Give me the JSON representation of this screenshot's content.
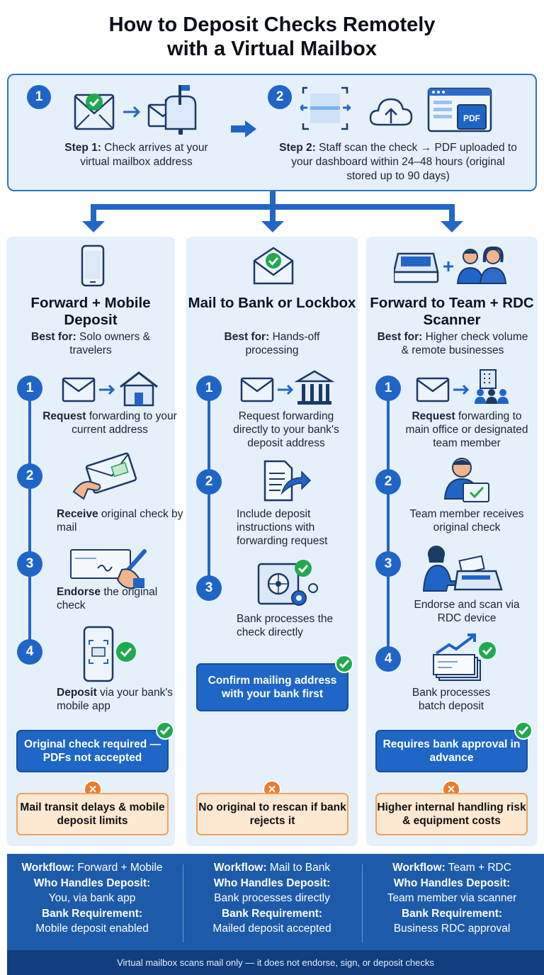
{
  "title": {
    "line1": "How to Deposit Checks Remotely",
    "line2": "with a Virtual Mailbox"
  },
  "top": {
    "step1": {
      "num": "1",
      "label": "Step 1:",
      "text": "Check arrives at your virtual mailbox address"
    },
    "step2": {
      "num": "2",
      "label": "Step 2:",
      "text": "Staff scan the check → PDF uploaded to your dashboard within 24–48 hours (original stored up to 90 days)"
    },
    "pdf_label": "PDF"
  },
  "columns": [
    {
      "title": "Forward + Mobile Deposit",
      "best_label": "Best for:",
      "best_text": "Solo owners & travelers",
      "steps": [
        {
          "num": "1",
          "bold": "Request",
          "text": "forwarding to your current address"
        },
        {
          "num": "2",
          "bold": "Receive",
          "text": "original check by mail"
        },
        {
          "num": "3",
          "bold": "Endorse",
          "text": "the original check"
        },
        {
          "num": "4",
          "bold": "Deposit",
          "text": "via your bank's mobile app"
        }
      ],
      "note": "Original check required — PDFs not accepted",
      "con": "Mail transit delays & mobile deposit limits"
    },
    {
      "title": "Mail to Bank or Lockbox",
      "best_label": "Best for:",
      "best_text": "Hands-off processing",
      "steps": [
        {
          "num": "1",
          "bold": "",
          "text": "Request forwarding directly to your bank's deposit address"
        },
        {
          "num": "2",
          "bold": "",
          "text": "Include deposit instructions with forwarding request"
        },
        {
          "num": "3",
          "bold": "",
          "text": "Bank processes the check directly"
        }
      ],
      "note": "Confirm mailing address with your bank first",
      "con": "No original to rescan if bank rejects it"
    },
    {
      "title": "Forward to Team + RDC Scanner",
      "best_label": "Best for:",
      "best_text": "Higher check volume & remote businesses",
      "steps": [
        {
          "num": "1",
          "bold": "Request",
          "text": "forwarding to main office or designated team member"
        },
        {
          "num": "2",
          "bold": "",
          "text": "Team member receives original check"
        },
        {
          "num": "3",
          "bold": "",
          "text": "Endorse and scan via RDC device"
        },
        {
          "num": "4",
          "bold": "",
          "text": "Bank processes batch deposit"
        }
      ],
      "note": "Requires bank approval in advance",
      "con": "Higher internal handling risk & equipment costs"
    }
  ],
  "summary": [
    {
      "workflow_label": "Workflow:",
      "workflow": "Forward + Mobile",
      "who_label": "Who Handles Deposit:",
      "who": "You, via bank app",
      "req_label": "Bank Requirement:",
      "req": "Mobile deposit enabled"
    },
    {
      "workflow_label": "Workflow:",
      "workflow": "Mail to Bank",
      "who_label": "Who Handles Deposit:",
      "who": "Bank processes directly",
      "req_label": "Bank Requirement:",
      "req": "Mailed deposit accepted"
    },
    {
      "workflow_label": "Workflow:",
      "workflow": "Team + RDC",
      "who_label": "Who Handles Deposit:",
      "who": "Team member via scanner",
      "req_label": "Bank Requirement:",
      "req": "Business RDC approval"
    }
  ],
  "disclaimer": "Virtual mailbox scans mail only — it does not endorse, sign, or deposit checks",
  "colors": {
    "primary": "#1f65c7",
    "panel": "#e6f0fb",
    "check": "#21a94f",
    "warning": "#ee7a2c",
    "footer": "#1d5aaa"
  }
}
